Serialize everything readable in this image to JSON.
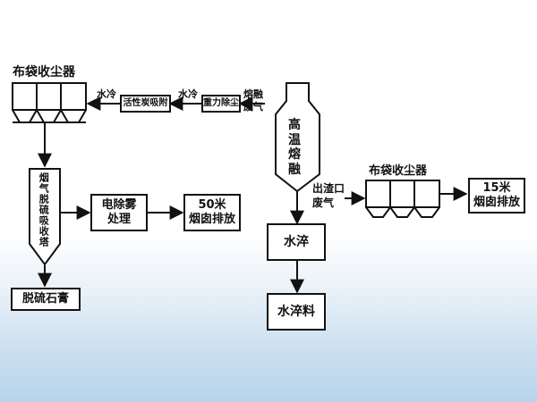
{
  "labels": {
    "bag_filter_left": "布袋收尘器",
    "water_cool_1": "水冷",
    "activated_carbon": "活性炭吸附",
    "water_cool_2": "水冷",
    "gravity_dust": "重力除尘",
    "melt_gas": "熔融\n废气",
    "furnace": "高\n温\n熔\n融",
    "desulf_tower": "烟气脱硫吸收塔",
    "mist_removal": "电除雾\n处理",
    "chimney_50": "50米\n烟囱排放",
    "gypsum": "脱硫石膏",
    "slag_gas": "出渣口\n废气",
    "bag_filter_right": "布袋收尘器",
    "chimney_15": "15米\n烟囱排放",
    "water_quench": "水淬",
    "quench_material": "水淬料"
  }
}
